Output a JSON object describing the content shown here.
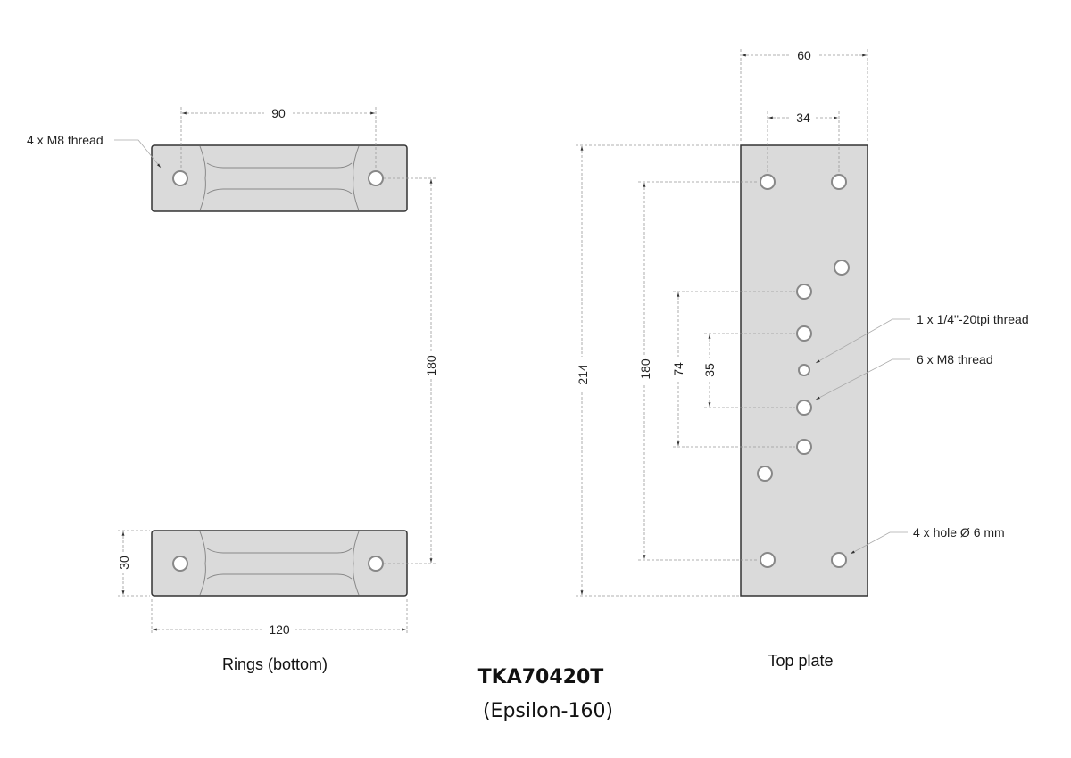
{
  "rings": {
    "callout": "4 x M8 thread",
    "dim_hole_spacing": "90",
    "dim_ring_spacing": "180",
    "dim_height": "30",
    "dim_length": "120",
    "caption": "Rings (bottom)"
  },
  "plate": {
    "dim_width": "60",
    "dim_hole_spacing": "34",
    "dim_length": "214",
    "dim_outer_holes": "180",
    "dim_m8_outer": "74",
    "dim_m8_inner": "35",
    "callout_quarter": "1 x 1/4\"-20tpi thread",
    "callout_m8": "6 x M8 thread",
    "callout_hole": "4 x hole Ø 6 mm",
    "caption": "Top plate"
  },
  "product": {
    "code": "TKA70420T",
    "name": "(Epsilon-160)"
  }
}
